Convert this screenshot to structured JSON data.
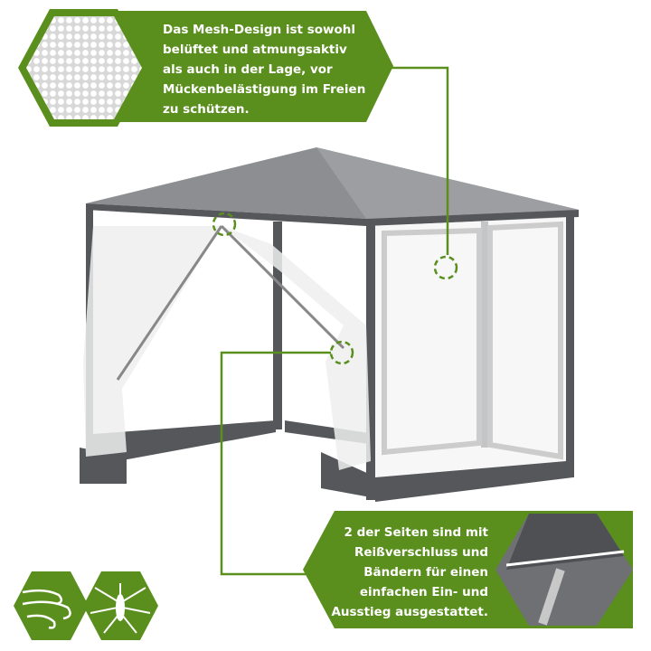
{
  "callouts": {
    "mesh": {
      "lines": [
        "Das Mesh-Design ist sowohl",
        "belüftet und atmungsaktiv",
        "als auch in der Lage, vor",
        "Mückenbelästigung im Freien",
        "zu schützen."
      ]
    },
    "zipper": {
      "lines": [
        "2 der Seiten sind mit",
        "Reißverschluss und",
        "Bändern für einen",
        "einfachen Ein- und",
        "Ausstieg ausgestattet."
      ]
    }
  },
  "icons": [
    "mesh-texture-icon",
    "wind-icon",
    "mosquito-icon",
    "zipper-detail-icon"
  ],
  "colors": {
    "accent": "#5a8f1e",
    "frame": "#55575b",
    "roof": "#8c8e91"
  }
}
